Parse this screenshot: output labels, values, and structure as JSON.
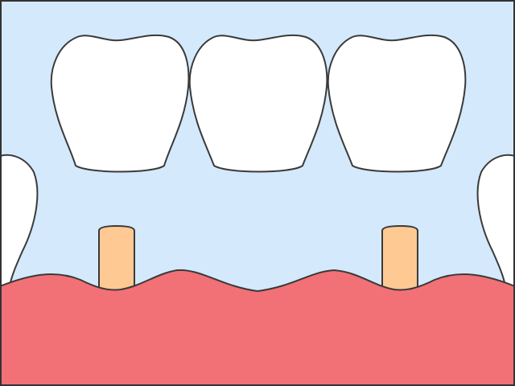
{
  "colors": {
    "background": "#d4e9fb",
    "frame_stroke": "#333333",
    "tooth_fill": "#ffffff",
    "tooth_stroke": "#3a3a3a",
    "abutment_fill": "#ffc993",
    "gum_fill": "#f27176",
    "outline": "#3a3a3a"
  },
  "diagram": {
    "bridge_crowns": 3,
    "abutments": 2,
    "side_teeth": 2
  }
}
